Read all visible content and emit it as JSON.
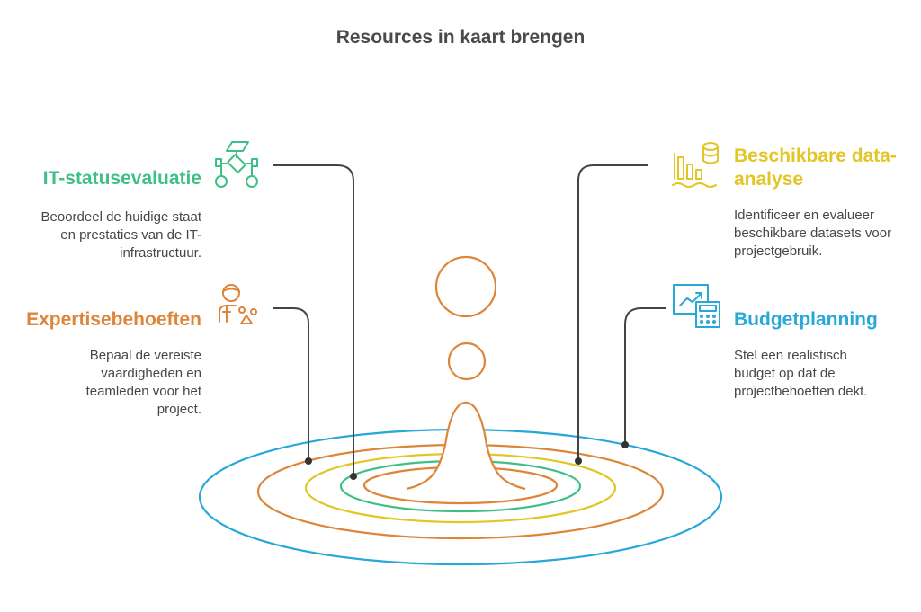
{
  "title": "Resources in kaart brengen",
  "colors": {
    "green": "#3ebf86",
    "orange": "#dd8538",
    "yellow": "#e3c626",
    "blue": "#28a8d8",
    "line": "#444444"
  },
  "items": [
    {
      "label": "IT-statusevaluatie",
      "description": "Beoordeel de huidige staat en prestaties van de IT-infrastructuur.",
      "icon": "flowchart-icon",
      "color": "#3ebf86"
    },
    {
      "label": "Expertisebehoeften",
      "description": "Bepaal de vereiste vaardigheden en teamleden voor het project.",
      "icon": "person-shapes-icon",
      "color": "#dd8538"
    },
    {
      "label": "Beschikbare data-analyse",
      "description": "Identificeer en evalueer beschikbare datasets voor projectgebruik.",
      "icon": "data-chart-icon",
      "color": "#e3c626"
    },
    {
      "label": "Budgetplanning",
      "description": "Stel een realistisch budget op dat de projectbehoeften dekt.",
      "icon": "budget-calculator-icon",
      "color": "#28a8d8"
    }
  ]
}
